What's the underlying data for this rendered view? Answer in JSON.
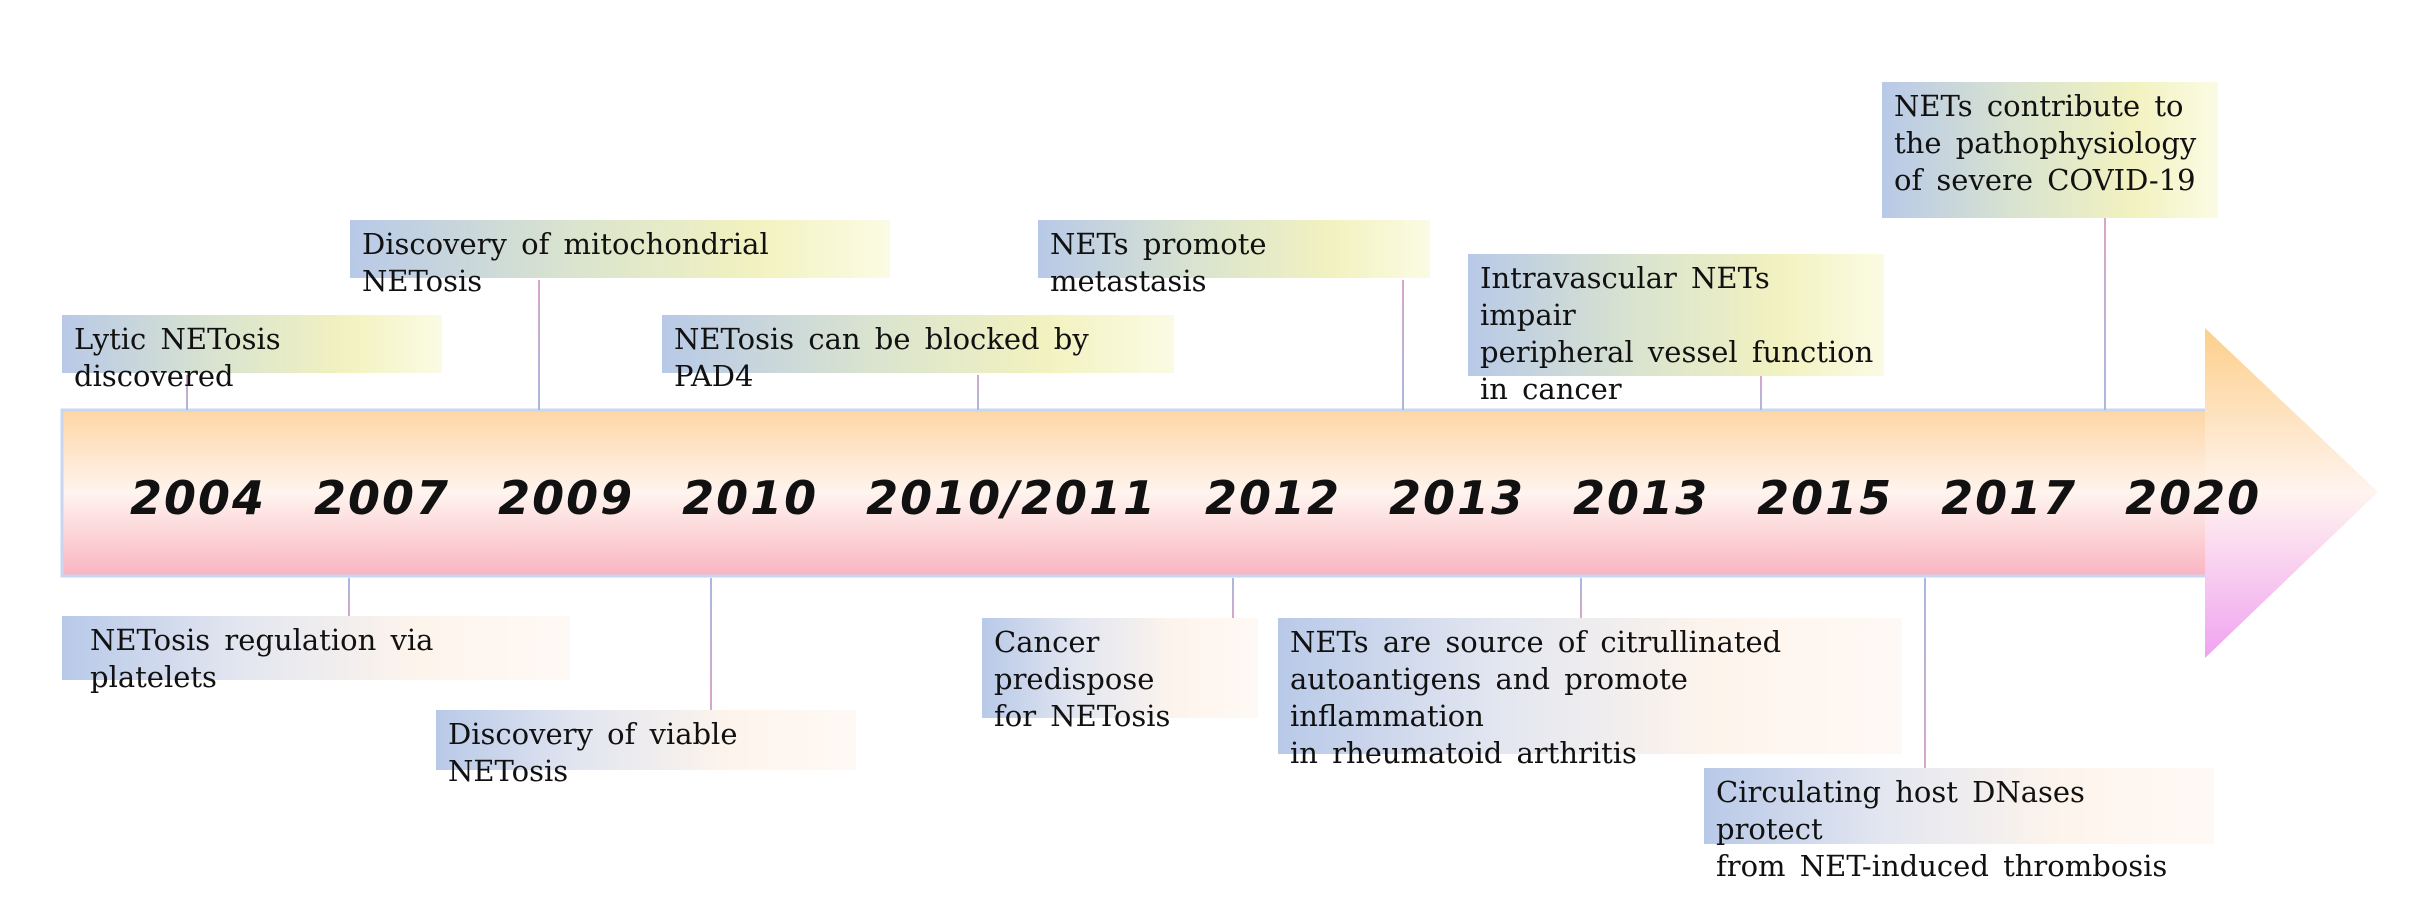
{
  "timeline": {
    "years": [
      "2004",
      "2007",
      "2009",
      "2010",
      "2010/2011",
      "2012",
      "2013",
      "2013",
      "2015",
      "2017",
      "2020"
    ],
    "events_above": [
      {
        "lines": [
          "Lytic NETosis discovered"
        ]
      },
      {
        "lines": [
          "Discovery of mitochondrial NETosis"
        ]
      },
      {
        "lines": [
          "NETosis can be blocked by PAD4"
        ]
      },
      {
        "lines": [
          "NETs promote metastasis"
        ]
      },
      {
        "lines": [
          "Intravascular NETs impair",
          "peripheral vessel function",
          "in cancer"
        ]
      },
      {
        "lines": [
          "NETs contribute to",
          "the pathophysiology",
          "of severe COVID-19"
        ]
      }
    ],
    "events_below": [
      {
        "lines": [
          "NETosis regulation via platelets"
        ]
      },
      {
        "lines": [
          "Discovery of viable NETosis"
        ]
      },
      {
        "lines": [
          "Cancer predispose",
          "for NETosis"
        ]
      },
      {
        "lines": [
          "NETs are source of citrullinated",
          "autoantigens and promote inflammation",
          "in rheumatoid arthritis"
        ]
      },
      {
        "lines": [
          "Circulating host DNases protect",
          "from NET-induced thrombosis"
        ]
      }
    ]
  },
  "colors": {
    "arrow_top": "#fdd7a8",
    "arrow_middle": "#fff3ee",
    "arrow_bottom": "#f9b7c3",
    "arrow_tip": "#f2a6ec",
    "box_blue": "#b8c9e8",
    "box_yellow": "#f2f2c0",
    "box_peach": "#fdf4ec"
  }
}
